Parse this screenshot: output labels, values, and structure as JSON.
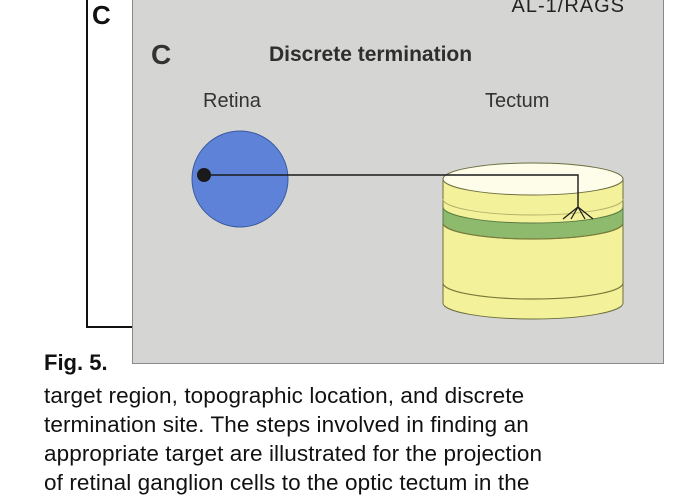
{
  "outer_letter": "C",
  "top_right_label": "AL-1/RAGS",
  "panel": {
    "letter": "C",
    "title": "Discrete termination",
    "retina_label": "Retina",
    "tectum_label": "Tectum"
  },
  "colors": {
    "panel_bg": "#d5d6d4",
    "retina": "#5d82d8",
    "tectum_yellow": "#f3f29a",
    "tectum_band": "#8dba6c",
    "tectum_top": "#fdfdea"
  },
  "figure": {
    "label": "Fig. 5.",
    "caption_lines": [
      "target region, topographic location, and discrete",
      "termination site. The steps involved in finding an",
      "appropriate target are illustrated for the projection",
      "of retinal ganglion cells to the optic tectum in the"
    ]
  }
}
